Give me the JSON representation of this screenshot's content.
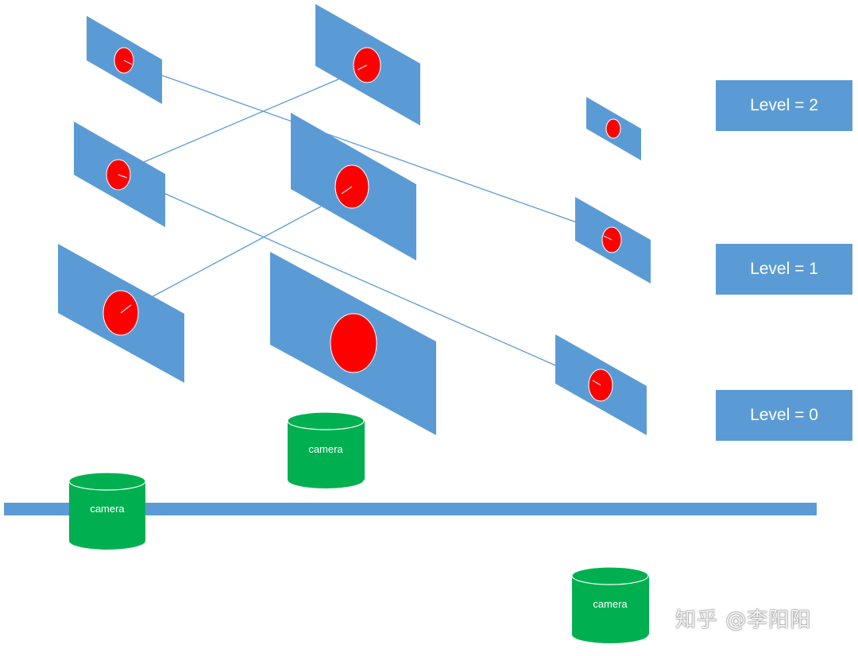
{
  "levels": [
    {
      "label": "Level = 2"
    },
    {
      "label": "Level = 1"
    },
    {
      "label": "Level = 0"
    }
  ],
  "camera_label": "camera",
  "watermark": "知乎 @李阳阳",
  "colors": {
    "frame": "#5b9bd5",
    "point": "#ff0000",
    "camera": "#00b050",
    "baseline": "#5b9bd5",
    "line": "#5b9bd5"
  }
}
